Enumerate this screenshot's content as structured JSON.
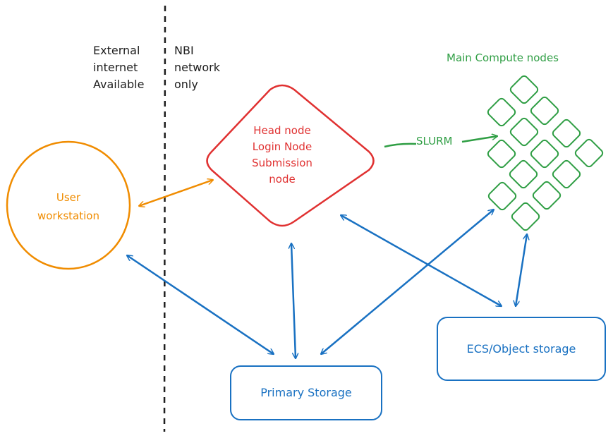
{
  "zones": {
    "external": [
      "External",
      "internet",
      "Available"
    ],
    "internal": [
      "NBI",
      "network",
      "only"
    ]
  },
  "nodes": {
    "head": [
      "Head node",
      "Login Node",
      "Submission",
      "node"
    ],
    "user": [
      "User",
      "workstation"
    ],
    "compute_title": "Main Compute nodes",
    "primary_storage": "Primary Storage",
    "ecs_storage": "ECS/Object storage"
  },
  "edges": {
    "slurm": "SLURM"
  },
  "colors": {
    "red": "#e03131",
    "orange": "#f08c00",
    "green": "#2f9e44",
    "blue": "#1971c2",
    "black": "#1e1e1e"
  }
}
